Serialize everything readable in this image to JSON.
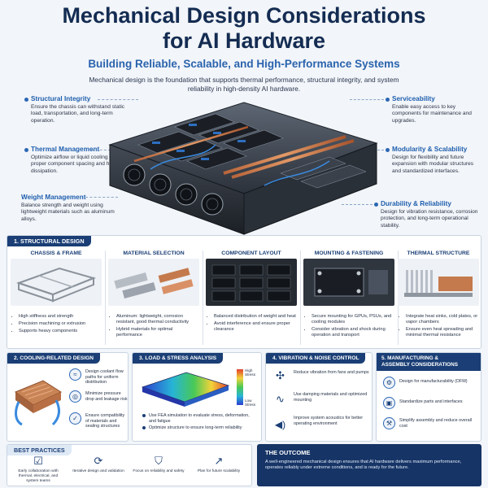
{
  "header": {
    "title_line1": "Mechanical Design Considerations",
    "title_line2": "for AI Hardware",
    "subtitle": "Building Reliable, Scalable, and High-Performance Systems",
    "intro": "Mechanical design is the foundation that supports thermal performance, structural integrity, and system reliability in high-density AI hardware."
  },
  "callouts": {
    "structural": {
      "title": "Structural Integrity",
      "text": "Ensure the chassis can withstand static load, transportation, and long-term operation."
    },
    "thermal": {
      "title": "Thermal Management",
      "text": "Optimize airflow or liquid cooling paths with proper component spacing and heat dissipation."
    },
    "weight": {
      "title": "Weight Management",
      "text": "Balance strength and weight using lightweight materials such as aluminum alloys."
    },
    "service": {
      "title": "Serviceability",
      "text": "Enable easy access to key components for maintenance and upgrades."
    },
    "modular": {
      "title": "Modularity & Scalability",
      "text": "Design for flexibility and future expansion with modular structures and standardized interfaces."
    },
    "durability": {
      "title": "Durability & Reliability",
      "text": "Design for vibration resistance, corrosion protection, and long-term operational stability."
    }
  },
  "structural_design": {
    "heading": "1. STRUCTURAL DESIGN",
    "columns": [
      {
        "title": "CHASSIS & FRAME",
        "bullets": [
          "High stiffness and strength",
          "Precision machining or extrusion",
          "Supports heavy components"
        ]
      },
      {
        "title": "MATERIAL SELECTION",
        "bullets": [
          "Aluminum: lightweight, corrosion resistant, good thermal conductivity",
          "Hybrid materials for optimal performance"
        ]
      },
      {
        "title": "COMPONENT LAYOUT",
        "bullets": [
          "Balanced distribution of weight and heat",
          "Avoid interference and ensure proper clearance"
        ]
      },
      {
        "title": "MOUNTING & FASTENING",
        "bullets": [
          "Secure mounting for GPUs, PSUs, and cooling modules",
          "Consider vibration and shock during operation and transport"
        ]
      },
      {
        "title": "THERMAL STRUCTURE",
        "bullets": [
          "Integrate heat sinks, cold plates, or vapor chambers",
          "Ensure even heat spreading and minimal thermal resistance"
        ]
      }
    ]
  },
  "cooling": {
    "heading": "2. COOLING-RELATED DESIGN",
    "items": [
      "Design coolant flow paths for uniform distribution",
      "Minimize pressure drop and leakage risk",
      "Ensure compatibility of materials and sealing structures"
    ]
  },
  "load": {
    "heading": "3. LOAD & STRESS ANALYSIS",
    "legend_high": "High Stress",
    "legend_low": "Low Stress",
    "items": [
      "Use FEA simulation to evaluate stress, deformation, and fatigue",
      "Optimize structure to ensure long-term reliability"
    ]
  },
  "vibration": {
    "heading": "4. VIBRATION & NOISE CONTROL",
    "items": [
      "Reduce vibration from fans and pumps",
      "Use damping materials and optimized mounting",
      "Improve system acoustics for better operating environment"
    ]
  },
  "manufacturing": {
    "heading_line1": "5. MANUFACTURING &",
    "heading_line2": "ASSEMBLY CONSIDERATIONS",
    "items": [
      "Design for manufacturability (DFM)",
      "Standardize parts and interfaces",
      "Simplify assembly and reduce overall cost"
    ]
  },
  "best_practices": {
    "heading": "BEST PRACTICES",
    "items": [
      "Early collaboration with thermal, electrical, and system teams",
      "Iterative design and validation",
      "Focus on reliability and safety",
      "Plan for future scalability"
    ]
  },
  "outcome": {
    "heading": "THE OUTCOME",
    "text": "A well-engineered mechanical design ensures that AI hardware delivers maximum performance, operates reliably under extreme conditions, and is ready for the future."
  },
  "colors": {
    "navy": "#142c52",
    "accent": "#2a66b4",
    "panel": "#163466"
  }
}
